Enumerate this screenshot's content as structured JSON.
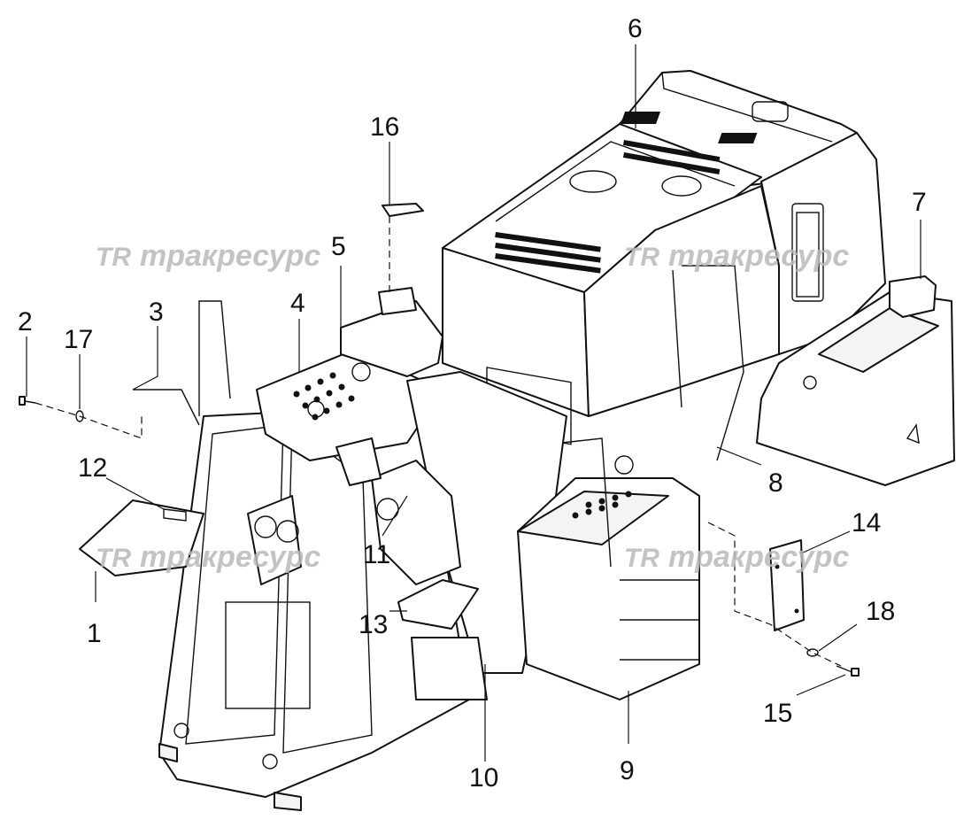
{
  "diagram": {
    "watermark": {
      "logo": "TR",
      "text": "тракресурс"
    },
    "callouts": [
      {
        "id": "c1",
        "label": "1"
      },
      {
        "id": "c2",
        "label": "2"
      },
      {
        "id": "c3",
        "label": "3"
      },
      {
        "id": "c4",
        "label": "4"
      },
      {
        "id": "c5",
        "label": "5"
      },
      {
        "id": "c6",
        "label": "6"
      },
      {
        "id": "c7",
        "label": "7"
      },
      {
        "id": "c8",
        "label": "8"
      },
      {
        "id": "c9",
        "label": "9"
      },
      {
        "id": "c10",
        "label": "10"
      },
      {
        "id": "c11",
        "label": "11"
      },
      {
        "id": "c12",
        "label": "12"
      },
      {
        "id": "c13",
        "label": "13"
      },
      {
        "id": "c14",
        "label": "14"
      },
      {
        "id": "c15",
        "label": "15"
      },
      {
        "id": "c16",
        "label": "16"
      },
      {
        "id": "c17",
        "label": "17"
      },
      {
        "id": "c18",
        "label": "18"
      }
    ]
  }
}
